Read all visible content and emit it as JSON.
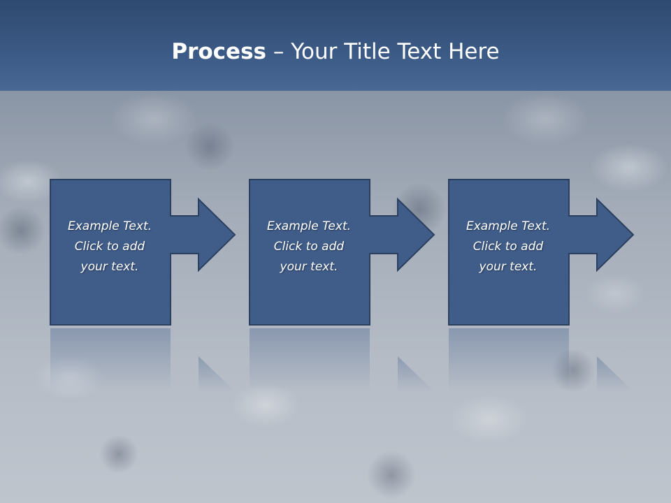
{
  "slide": {
    "title_bold": "Process",
    "title_rest": " – Your Title Text Here"
  },
  "steps": [
    {
      "text": "Example Text.\nClick  to add\nyour text."
    },
    {
      "text": "Example Text.\nClick  to add\nyour text."
    },
    {
      "text": "Example Text.\nClick  to add\nyour text."
    }
  ],
  "colors": {
    "title_bar": "#3b5a85",
    "box_fill": "#405d8a",
    "box_border": "#2b3f5e"
  }
}
